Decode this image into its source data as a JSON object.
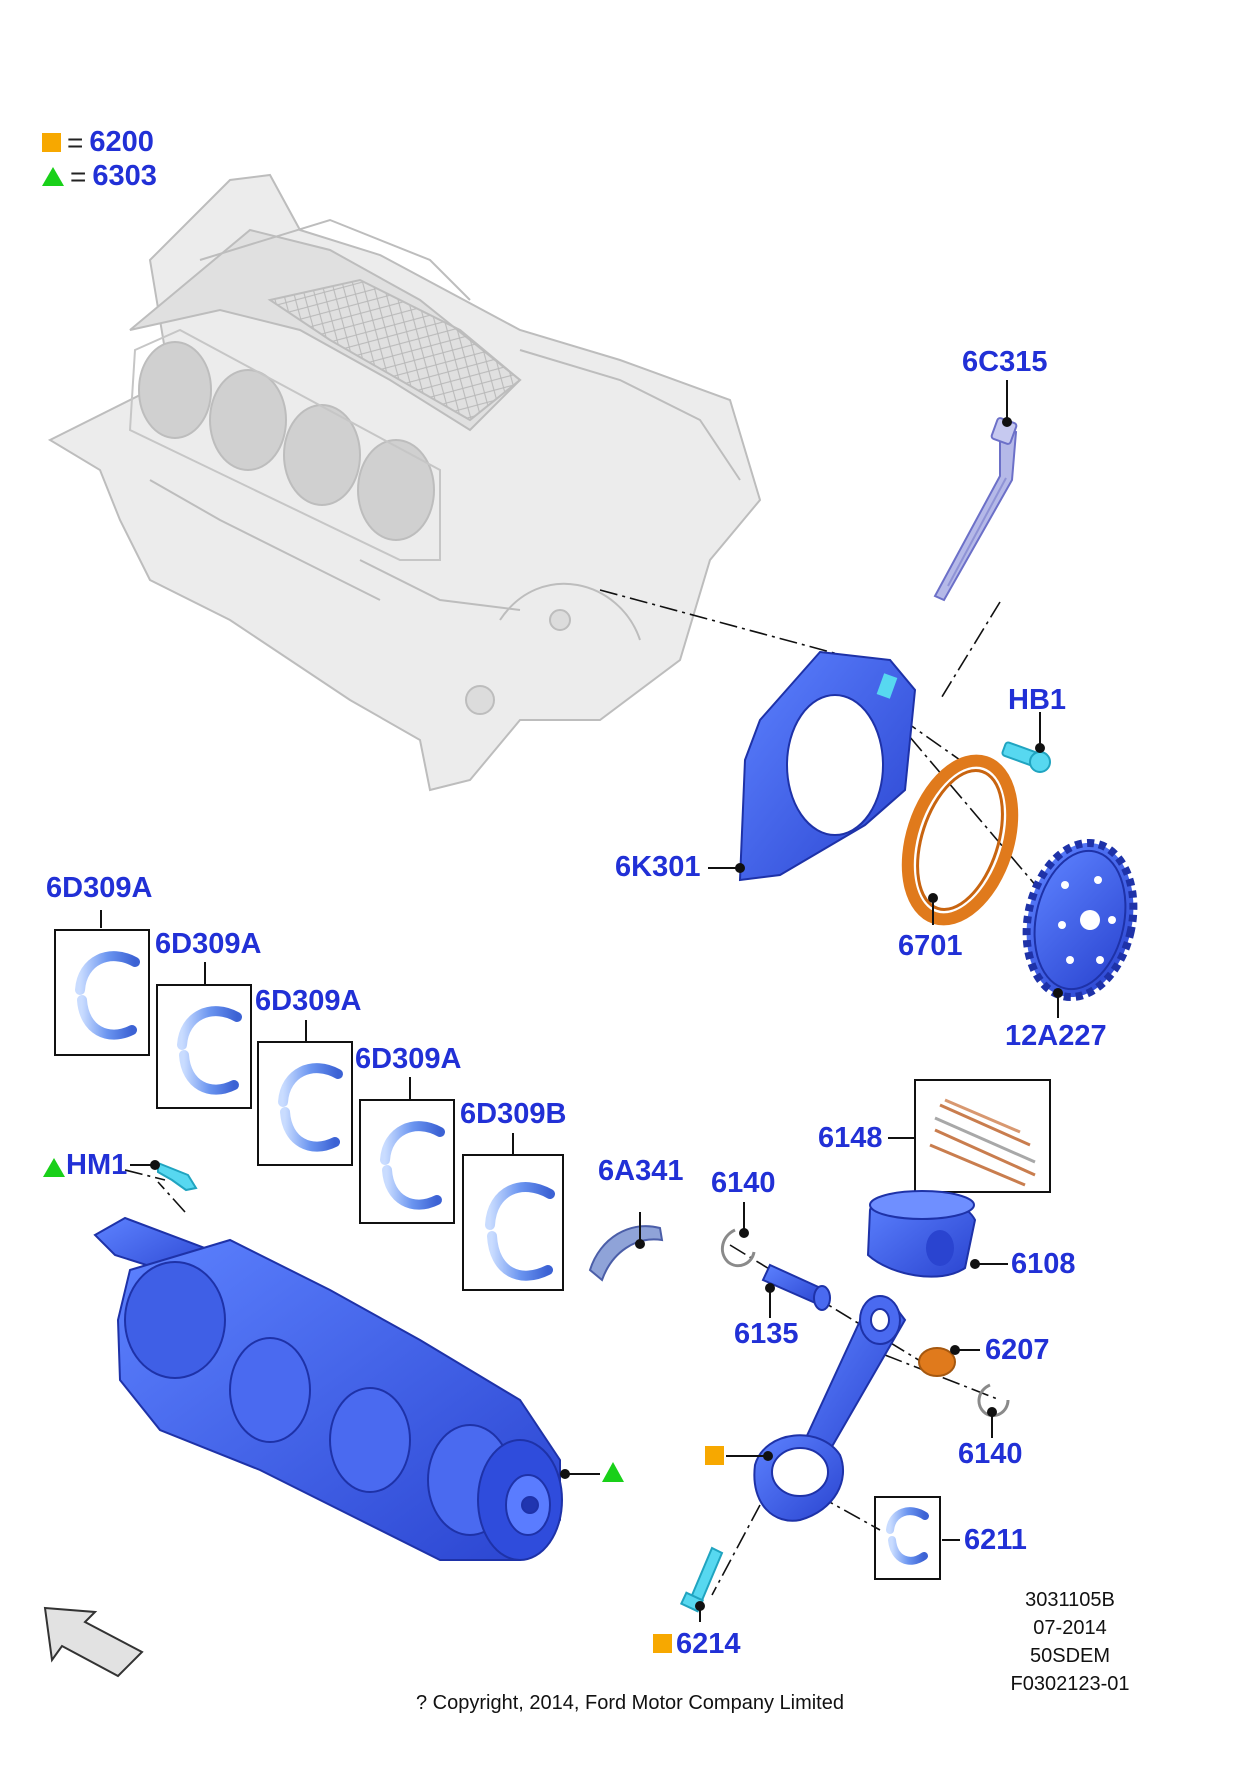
{
  "legend": [
    {
      "symbol": "square",
      "color": "#f7a800",
      "eq": "=",
      "code": "6200"
    },
    {
      "symbol": "triangle",
      "color": "#19d019",
      "eq": "=",
      "code": "6303"
    }
  ],
  "parts": {
    "p6C315": "6C315",
    "pHB1": "HB1",
    "p6K301": "6K301",
    "p6701": "6701",
    "p12A227": "12A227",
    "p6D309A_1": "6D309A",
    "p6D309A_2": "6D309A",
    "p6D309A_3": "6D309A",
    "p6D309A_4": "6D309A",
    "p6D309B": "6D309B",
    "pHM1": "HM1",
    "p6A341": "6A341",
    "p6140_top": "6140",
    "p6148": "6148",
    "p6108": "6108",
    "p6135": "6135",
    "p6207": "6207",
    "p6140_bottom": "6140",
    "p6211": "6211",
    "p6214": "6214"
  },
  "info": {
    "line1": "3031105B",
    "line2": "07-2014",
    "line3": "50SDEM",
    "line4": "F0302123-01"
  },
  "copyright": "? Copyright, 2014, Ford Motor Company Limited",
  "colors": {
    "label": "#2130d6",
    "part_blue": "#3a5ee8",
    "engine_grey": "#e9e9e9",
    "cyan_part": "#57d8f0",
    "orange_part": "#e07a1c",
    "orange_marker": "#f7a800",
    "green_marker": "#19d019"
  }
}
